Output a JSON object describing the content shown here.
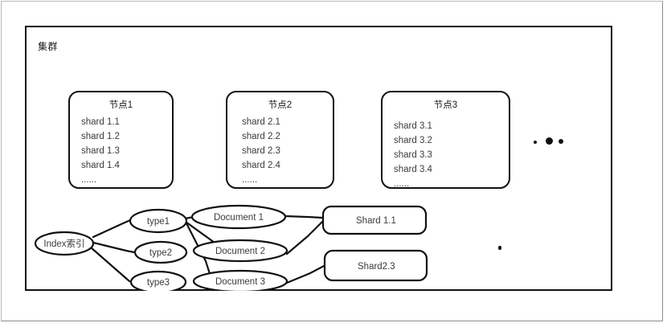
{
  "cluster": {
    "label": "集群"
  },
  "nodes": [
    {
      "title": "节点1",
      "shards": [
        "shard 1.1",
        "shard 1.2",
        "shard 1.3",
        "shard 1.4"
      ],
      "more": "......"
    },
    {
      "title": "节点2",
      "shards": [
        "shard 2.1",
        "shard 2.2",
        "shard 2.3",
        "shard 2.4"
      ],
      "more": "......"
    },
    {
      "title": "节点3",
      "shards": [
        "shard 3.1",
        "shard 3.2",
        "shard 3.3",
        "shard 3.4"
      ],
      "more": "......"
    }
  ],
  "graph": {
    "index": {
      "label": "Index索引"
    },
    "types": [
      {
        "label": "type1"
      },
      {
        "label": "type2"
      },
      {
        "label": "type3"
      }
    ],
    "documents": [
      {
        "label": "Document 1"
      },
      {
        "label": "Document 2"
      },
      {
        "label": "Document 3"
      }
    ],
    "shards": [
      {
        "label": "Shard 1.1"
      },
      {
        "label": "Shard2.3"
      }
    ]
  },
  "decorations": {
    "more_nodes_dots": "..."
  },
  "colors": {
    "stroke": "#111111",
    "text": "#3b3b3b",
    "background": "#ffffff",
    "page_border": "#b9b9b9"
  }
}
